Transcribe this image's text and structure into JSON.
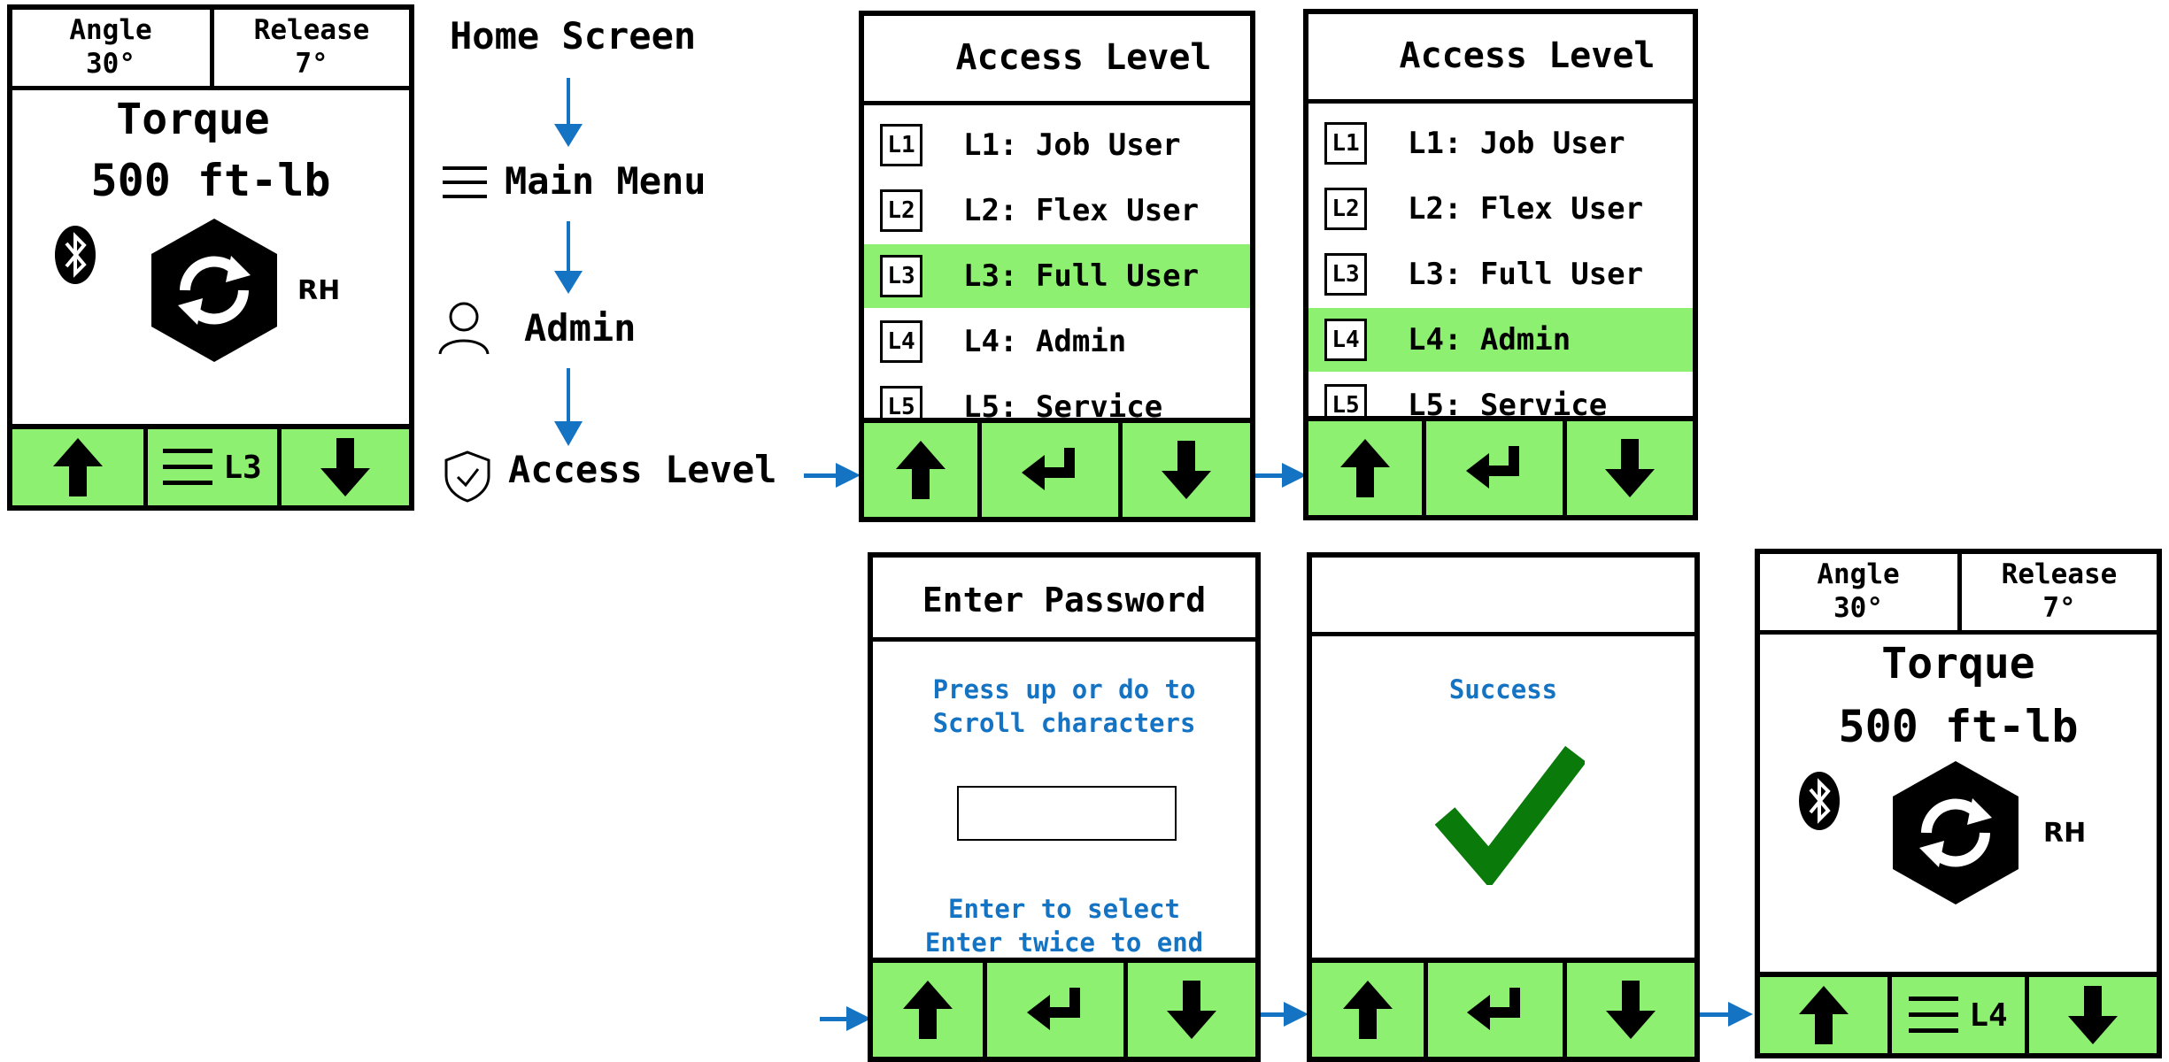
{
  "home_screen": {
    "angle_label": "Angle",
    "angle_value": "30°",
    "release_label": "Release",
    "release_value": "7°",
    "torque_label": "Torque",
    "torque_value": "500 ft-lb",
    "direction": "RH",
    "level_badge": "L3"
  },
  "final_screen": {
    "angle_label": "Angle",
    "angle_value": "30°",
    "release_label": "Release",
    "release_value": "7°",
    "torque_label": "Torque",
    "torque_value": "500 ft-lb",
    "direction": "RH",
    "level_badge": "L4"
  },
  "flow_steps": {
    "home": "Home Screen",
    "main_menu": "Main Menu",
    "admin": "Admin",
    "access_level": "Access Level"
  },
  "access_screen_1": {
    "title": "Access Level",
    "selected_index": 2,
    "levels": [
      {
        "icon": "L1",
        "label": "L1: Job User"
      },
      {
        "icon": "L2",
        "label": "L2: Flex User"
      },
      {
        "icon": "L3",
        "label": "L3: Full User"
      },
      {
        "icon": "L4",
        "label": "L4: Admin"
      },
      {
        "icon": "L5",
        "label": "L5: Service"
      }
    ]
  },
  "access_screen_2": {
    "title": "Access Level",
    "selected_index": 3,
    "levels": [
      {
        "icon": "L1",
        "label": "L1: Job User"
      },
      {
        "icon": "L2",
        "label": "L2: Flex User"
      },
      {
        "icon": "L3",
        "label": "L3: Full User"
      },
      {
        "icon": "L4",
        "label": "L4: Admin"
      },
      {
        "icon": "L5",
        "label": "L5: Service"
      }
    ]
  },
  "password_screen": {
    "title": "Enter Password",
    "instruction_line1": "Press up or do to",
    "instruction_line2": "Scroll characters",
    "input_value": "",
    "footer_line1": "Enter to select",
    "footer_line2": "Enter twice to end"
  },
  "success_screen": {
    "title": "",
    "message": "Success"
  },
  "colors": {
    "button_green": "#8ef070",
    "arrow_blue": "#1473c3",
    "check_green": "#0a7a0a",
    "text_blue": "#1473c3"
  },
  "icons": [
    "up-arrow-icon",
    "down-arrow-icon",
    "enter-icon",
    "menu-icon",
    "bluetooth-icon",
    "rotate-hex-icon",
    "user-icon",
    "shield-check-icon",
    "check-icon",
    "flow-arrow-icon"
  ]
}
